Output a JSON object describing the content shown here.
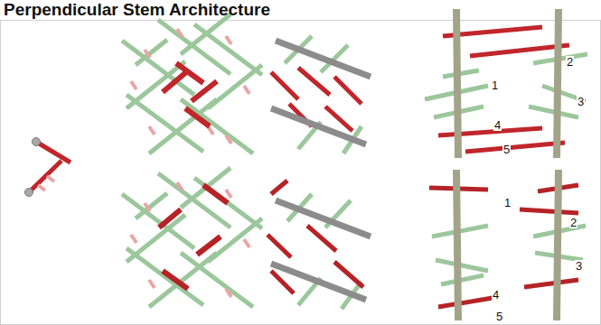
{
  "diagram": {
    "title": "Perpendicular Stem Architecture",
    "labels": [
      "1",
      "2",
      "3",
      "4",
      "5",
      "1",
      "2",
      "3",
      "4",
      "5"
    ]
  }
}
